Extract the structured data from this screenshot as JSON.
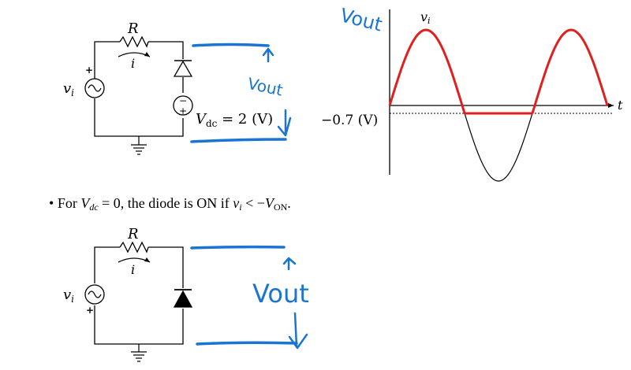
{
  "circuit1": {
    "resistor_label": "R",
    "current_label": "i",
    "source_label": "v",
    "source_sub": "i",
    "plus_top": "+",
    "battery_minus": "−",
    "battery_plus": "+",
    "vdc_v": "V",
    "vdc_sub": "dc",
    "vdc_rest": " = 2 (V)"
  },
  "annotations1": {
    "vout_vertical": "Vout",
    "vout_top_right": "Vout"
  },
  "waveform": {
    "vi_label": "v",
    "vi_sub": "i",
    "t_label": "t",
    "level_label": "−0.7 (V)"
  },
  "bullet": {
    "symbol": "•",
    "text_for": "For ",
    "v": "V",
    "dc_sub": "dc",
    "eq_zero": " = 0, the diode is ON if ",
    "vi": "v",
    "vi_sub": "i",
    "lt": " < −",
    "von_v": "V",
    "von_sub": "ON",
    "period": "."
  },
  "circuit2": {
    "resistor_label": "R",
    "current_label": "i",
    "source_label": "v",
    "source_sub": "i",
    "plus_bottom": "+"
  },
  "annotations2": {
    "vout_label": "Vout"
  },
  "colors": {
    "annotation_blue": "#1a75d2",
    "clipped_red": "#e0201e",
    "wire_black": "#000000"
  }
}
